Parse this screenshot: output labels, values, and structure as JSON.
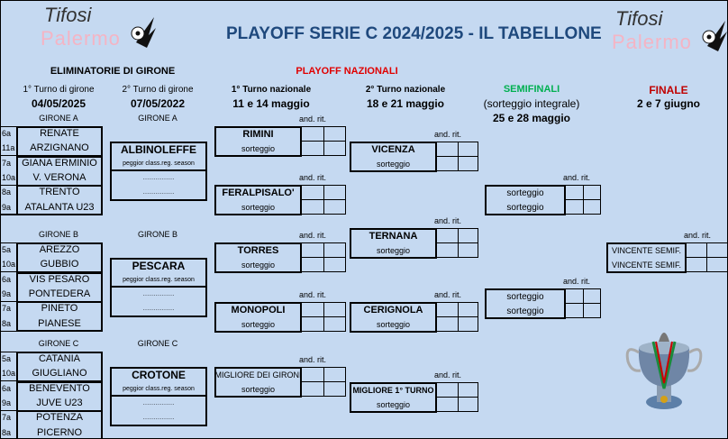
{
  "header": {
    "title": "PLAYOFF SERIE C 2024/2025 - IL TABELLONE",
    "logo_top": "Tifosi",
    "logo_bottom": "Palermo"
  },
  "sections": {
    "eliminatorie": "ELIMINATORIE DI GIRONE",
    "nazionali": "PLAYOFF NAZIONALI"
  },
  "rounds": {
    "r1": {
      "label": "1° Turno di girone",
      "date": "04/05/2025"
    },
    "r2": {
      "label": "2° Turno di girone",
      "date": "07/05/2022"
    },
    "n1": {
      "label": "1° Turno nazionale",
      "date": "11 e 14  maggio"
    },
    "n2": {
      "label": "2° Turno nazionale",
      "date": "18 e 21  maggio"
    },
    "semi": {
      "label": "SEMIFINALI",
      "note": "(sorteggio integrale)",
      "date": "25 e 28 maggio"
    },
    "final": {
      "label": "FINALE",
      "date": "2 e 7 giugno"
    }
  },
  "score_labels": {
    "and": "and.",
    "rit": "rit.",
    "both": "and.  rit."
  },
  "colors": {
    "background": "#c5d9f1",
    "title": "#1f497d",
    "red": "#e00000",
    "green": "#00b050",
    "final": "#c00000"
  },
  "groups": [
    {
      "label": "GIRONE  A",
      "label2": "GIRONE  A",
      "teams": [
        {
          "seed": "6a",
          "name": "RENATE"
        },
        {
          "seed": "11a",
          "name": "ARZIGNANO"
        },
        {
          "seed": "7a",
          "name": "GIANA ERMINIO"
        },
        {
          "seed": "10a",
          "name": "V. VERONA"
        },
        {
          "seed": "8a",
          "name": "TRENTO"
        },
        {
          "seed": "9a",
          "name": "ATALANTA U23"
        }
      ],
      "second": {
        "team": "ALBINOLEFFE",
        "note": "peggior class.reg. season",
        "dots1": "……………",
        "dots2": "……………"
      }
    },
    {
      "label": "GIRONE  B",
      "label2": "GIRONE  B",
      "teams": [
        {
          "seed": "5a",
          "name": "AREZZO"
        },
        {
          "seed": "10a",
          "name": "GUBBIO"
        },
        {
          "seed": "6a",
          "name": "VIS PESARO"
        },
        {
          "seed": "9a",
          "name": "PONTEDERA"
        },
        {
          "seed": "7a",
          "name": "PINETO"
        },
        {
          "seed": "8a",
          "name": "PIANESE"
        }
      ],
      "second": {
        "team": "PESCARA",
        "note": "peggior class.reg. season",
        "dots1": "……………",
        "dots2": "……………"
      }
    },
    {
      "label": "GIRONE  C",
      "label2": "GIRONE  C",
      "teams": [
        {
          "seed": "5a",
          "name": "CATANIA"
        },
        {
          "seed": "10a",
          "name": "GIUGLIANO"
        },
        {
          "seed": "6a",
          "name": "BENEVENTO"
        },
        {
          "seed": "9a",
          "name": "JUVE U23"
        },
        {
          "seed": "7a",
          "name": "POTENZA"
        },
        {
          "seed": "8a",
          "name": "PICERNO"
        }
      ],
      "second": {
        "team": "CROTONE",
        "note": "peggior class.reg. season",
        "dots1": "……………",
        "dots2": "……………"
      }
    }
  ],
  "national1": [
    {
      "team": "RIMINI",
      "note": "sorteggio"
    },
    {
      "team": "FERALPISALO'",
      "note": "sorteggio"
    },
    {
      "team": "TORRES",
      "note": "sorteggio"
    },
    {
      "team": "MONOPOLI",
      "note": "sorteggio"
    },
    {
      "team": "MIGLIORE DEI GIRONI",
      "note": "sorteggio"
    }
  ],
  "national2": [
    {
      "team": "VICENZA",
      "note": "sorteggio"
    },
    {
      "team": "TERNANA",
      "note": "sorteggio"
    },
    {
      "team": "CERIGNOLA",
      "note": "sorteggio"
    },
    {
      "team": "MIGLIORE 1° TURNO",
      "note": "sorteggio"
    }
  ],
  "semis": [
    {
      "team1": "sorteggio",
      "team2": "sorteggio"
    },
    {
      "team1": "sorteggio",
      "team2": "sorteggio"
    }
  ],
  "final": {
    "team1": "VINCENTE SEMIF.",
    "team2": "VINCENTE SEMIF."
  }
}
